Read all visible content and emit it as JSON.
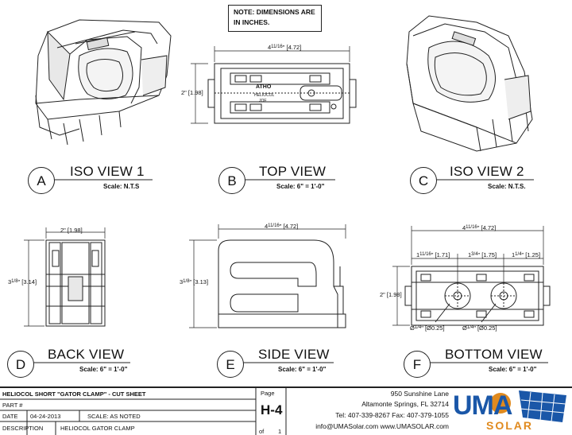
{
  "note": {
    "line1": "NOTE:  DIMENSIONS ARE",
    "line2": "IN INCHES."
  },
  "views": [
    {
      "letter": "A",
      "title": "ISO VIEW 1",
      "scale": "Scale: N.T.S"
    },
    {
      "letter": "B",
      "title": "TOP VIEW",
      "scale": "Scale: 6\" = 1'-0\""
    },
    {
      "letter": "C",
      "title": "ISO VIEW 2",
      "scale": "Scale: N.T.S."
    },
    {
      "letter": "D",
      "title": "BACK VIEW",
      "scale": "Scale: 6\" = 1'-0\""
    },
    {
      "letter": "E",
      "title": "SIDE VIEW",
      "scale": "Scale: 6\" = 1'-0\""
    },
    {
      "letter": "F",
      "title": "BOTTOM VIEW",
      "scale": "Scale: 6\" = 1'-0\""
    }
  ],
  "dims": {
    "top_width": {
      "whole": "4",
      "num": "11",
      "den": "16",
      "rest": "\" [4.72]"
    },
    "top_height": "2\" [1.98]",
    "top_label_1": "ATHO",
    "top_label_2": "HELIOCOL",
    "top_label_3": "JOE",
    "back_width": "2\" [1.98]",
    "back_height": {
      "whole": "3",
      "num": "1",
      "den": "8",
      "rest": "\" [3.14]"
    },
    "side_width": {
      "whole": "4",
      "num": "11",
      "den": "16",
      "rest": "\" [4.72]"
    },
    "side_height": {
      "whole": "3",
      "num": "1",
      "den": "8",
      "rest": "\" [3.13]"
    },
    "bot_width": {
      "whole": "4",
      "num": "11",
      "den": "16",
      "rest": "\" [4.72]"
    },
    "bot_a": {
      "whole": "1",
      "num": "11",
      "den": "16",
      "rest": "\" [1.71]"
    },
    "bot_b": {
      "whole": "1",
      "num": "3",
      "den": "4",
      "rest": "\" [1.75]"
    },
    "bot_c": {
      "whole": "1",
      "num": "1",
      "den": "4",
      "rest": "\" [1.25]"
    },
    "bot_height": "2\" [1.98]",
    "hole_1": {
      "whole": "Ø",
      "num": "1",
      "den": "4",
      "rest": "\" [Ø0.25]"
    },
    "hole_2": {
      "whole": "Ø",
      "num": "1",
      "den": "4",
      "rest": "\" [Ø0.25]"
    }
  },
  "title_block": {
    "product": "HELIOCOL SHORT \"GATOR CLAMP\" - CUT SHEET",
    "part_label": "PART #",
    "part_value": "",
    "date_label": "DATE",
    "date_value": "04-24-2013",
    "scale_label": "SCALE: AS NOTED",
    "desc_label": "DESCRIPTION",
    "desc_value": "HELIOCOL GATOR CLAMP",
    "page_label": "Page",
    "page_value": "H-4",
    "of_label": "of",
    "of_value": "1"
  },
  "company": {
    "address1": "950 Sunshine Lane",
    "address2": "Altamonte Springs, FL 32714",
    "phone": "Tel: 407-339-8267 Fax: 407-379-1055",
    "web": "info@UMASolar.com   www.UMASOLAR.com",
    "logo_text_1": "UMA",
    "logo_text_2": "SOLAR"
  },
  "colors": {
    "logo_blue": "#1a57a8",
    "logo_orange": "#e08a1e",
    "line": "#222222"
  }
}
